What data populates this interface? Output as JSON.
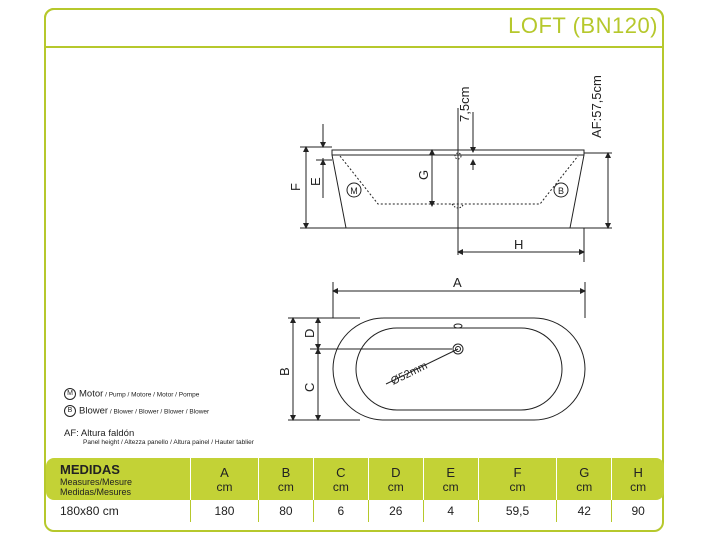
{
  "title": "LOFT (BN120)",
  "dimension_labels": {
    "a": "A",
    "b": "B",
    "c": "C",
    "d": "D",
    "e": "E",
    "f": "F",
    "g": "G",
    "h": "H",
    "drain_height": "7,5cm",
    "panel_height": "AF:57,5cm",
    "diameter": "Ø52mm",
    "motor_mark": "M",
    "blower_mark": "B"
  },
  "legend": {
    "motor": {
      "symbol": "M",
      "label": "Motor",
      "sub": " / Pump / Motore / Motor / Pompe"
    },
    "blower": {
      "symbol": "B",
      "label": "Blower",
      "sub": " / Blower / Blower / Blower / Blower"
    },
    "af": {
      "label": "AF:  Altura faldón",
      "sub": "Panel height / Altezza panello / Altura painel / Hauter tablier"
    }
  },
  "table": {
    "header": {
      "main": "MEDIDAS",
      "sub1": "Measures/Mesure",
      "sub2": "Medidas/Mesures"
    },
    "columns": [
      {
        "letter": "A",
        "unit": "cm",
        "value": "180"
      },
      {
        "letter": "B",
        "unit": "cm",
        "value": "80"
      },
      {
        "letter": "C",
        "unit": "cm",
        "value": "6"
      },
      {
        "letter": "D",
        "unit": "cm",
        "value": "26"
      },
      {
        "letter": "E",
        "unit": "cm",
        "value": "4"
      },
      {
        "letter": "F",
        "unit": "cm",
        "value": "59,5"
      },
      {
        "letter": "G",
        "unit": "cm",
        "value": "42"
      },
      {
        "letter": "H",
        "unit": "cm",
        "value": "90"
      }
    ],
    "size": "180x80 cm"
  },
  "colors": {
    "accent": "#b6c82c",
    "header_fill": "#c3d236",
    "line": "#222222"
  }
}
